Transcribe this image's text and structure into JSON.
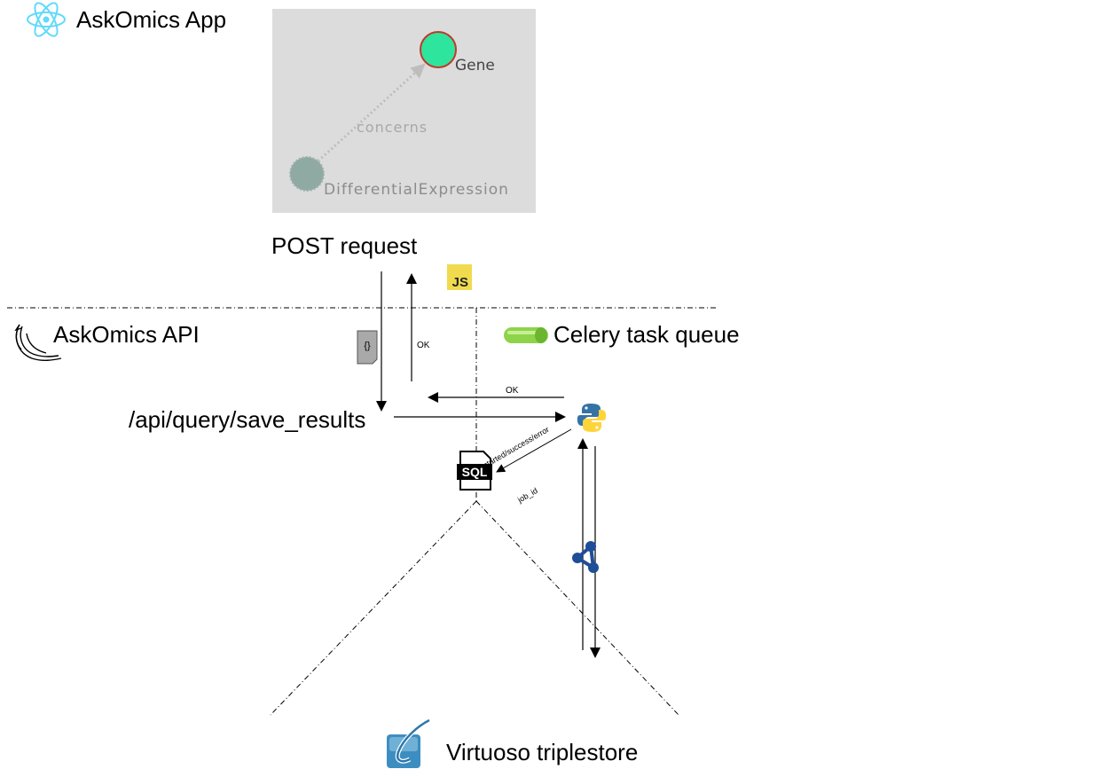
{
  "app": {
    "title": "AskOmics App"
  },
  "query_graph": {
    "gene_label": "Gene",
    "edge_label": "concerns",
    "source_label": "DifferentialExpression"
  },
  "flow": {
    "post_request": "POST request",
    "ok_up": "OK",
    "ok_left": "OK",
    "json_icon_text": "{}",
    "js_badge": "JS",
    "sql_icon_text": "SQL",
    "job_status": "started/success/error",
    "job_id": "job_id"
  },
  "api": {
    "title": "AskOmics API",
    "endpoint": "/api/query/save_results"
  },
  "celery": {
    "title": "Celery task queue"
  },
  "virtuoso": {
    "title": "Virtuoso triplestore"
  },
  "colors": {
    "react": "#61dafb",
    "gene_node": "#2ee59d",
    "gene_border": "#c0392b",
    "de_node": "#8fa9a3",
    "js_yellow": "#f0db4f",
    "celery_green": "#8ed34a",
    "python_blue": "#3572a5",
    "python_yellow": "#ffd43b",
    "rdf_blue": "#1f4e99",
    "virtuoso_blue": "#3d8ec0"
  }
}
